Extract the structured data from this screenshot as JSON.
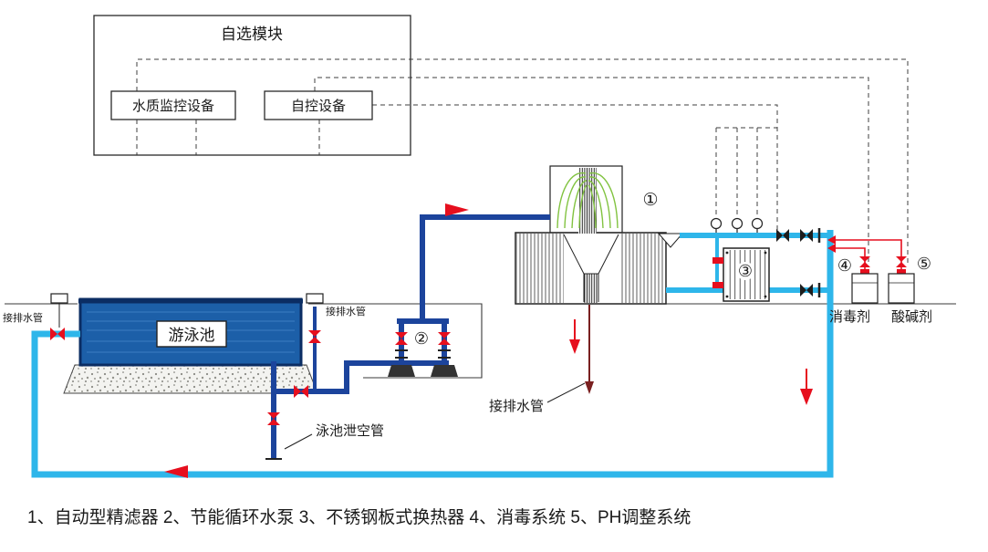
{
  "module": {
    "title": "自选模块",
    "monitor": "水质监控设备",
    "control": "自控设备"
  },
  "pool": {
    "name": "游泳池"
  },
  "labels": {
    "drain_left": "接排水管",
    "drain_right": "接排水管",
    "drain_mid": "接排水管",
    "empty_pipe": "泳池泄空管",
    "disinfectant": "消毒剂",
    "ph_agent": "酸碱剂"
  },
  "markers": {
    "n1": "①",
    "n2": "②",
    "n3": "③",
    "n4": "④",
    "n5": "⑤"
  },
  "caption": "1、自动型精滤器  2、节能循环水泵  3、不锈钢板式换热器  4、消毒系统  5、PH调整系统",
  "colors": {
    "pipe_dark": "#1c449c",
    "pipe_cyan": "#2eb6ea",
    "red": "#e60f1e",
    "green": "#82c341",
    "pool_fill": "#1c5fa8",
    "pool_border": "#0b2d63",
    "drain_red": "#7a2020",
    "line": "#2a2a2a"
  }
}
